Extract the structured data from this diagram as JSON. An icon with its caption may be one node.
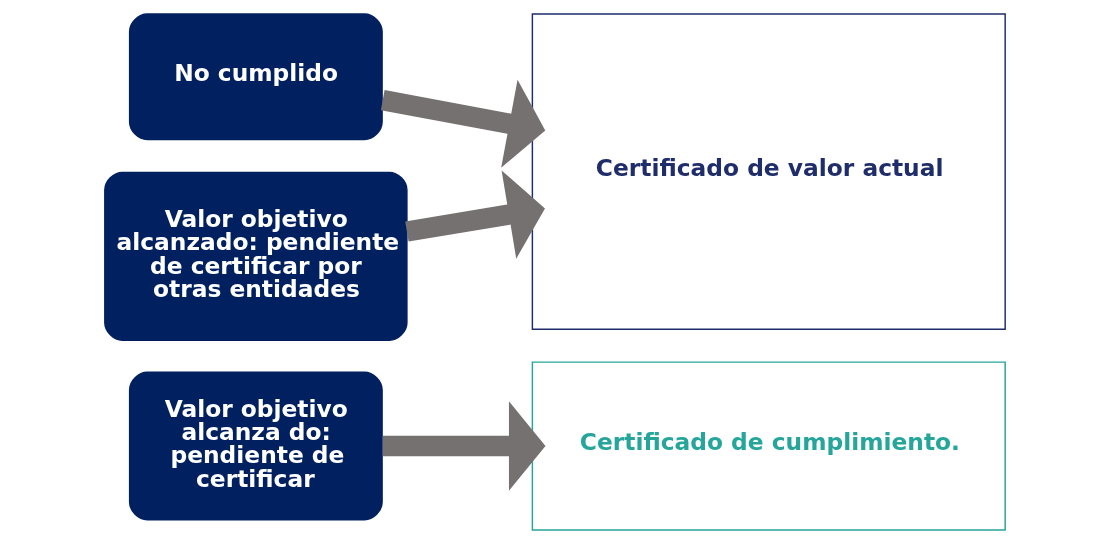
{
  "diagram": {
    "nodes": [
      {
        "text": [
          "No cumplido"
        ]
      },
      {
        "text": [
          "Valor objetivo alcanzado: pendiente de certificar por otras entidades"
        ]
      },
      {
        "text": [
          "Certificado de valor actual"
        ]
      },
      {
        "text": [
          "Valor objetivo alcanza do: pendiente de certificar"
        ]
      },
      {
        "text": [
          "Certificado de cumplimiento."
        ]
      }
    ],
    "edges": [
      {
        "from": 0,
        "to": 2,
        "arrow": "to"
      },
      {
        "from": 1,
        "to": 2,
        "arrow": "to"
      },
      {
        "from": 3,
        "to": 4,
        "arrow": "to"
      }
    ]
  }
}
